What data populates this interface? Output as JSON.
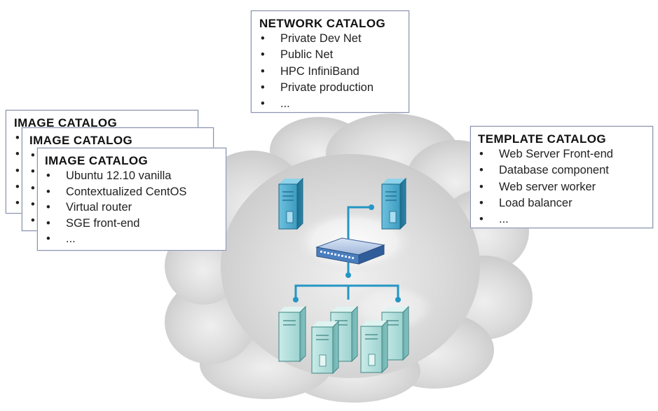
{
  "network_catalog": {
    "title": "NETWORK CATALOG",
    "items": [
      "Private Dev Net",
      "Public Net",
      "HPC InfiniBand",
      "Private production",
      "..."
    ]
  },
  "image_catalog": {
    "title": "IMAGE CATALOG",
    "items": [
      "Ubuntu 12.10 vanilla",
      "Contextualized CentOS",
      "Virtual router",
      "SGE front-end",
      "..."
    ]
  },
  "template_catalog": {
    "title": "TEMPLATE CATALOG",
    "items": [
      "Web Server Front-end",
      "Database component",
      "Web server worker",
      "Load balancer",
      "..."
    ]
  },
  "bullet": "•",
  "colors": {
    "cloud": "#d6d6d6",
    "server": "#2f8fb0",
    "server_light": "#a9d9d6",
    "link": "#2596c4",
    "switch": "#3a6fa8",
    "box_border": "#8a93ad"
  }
}
